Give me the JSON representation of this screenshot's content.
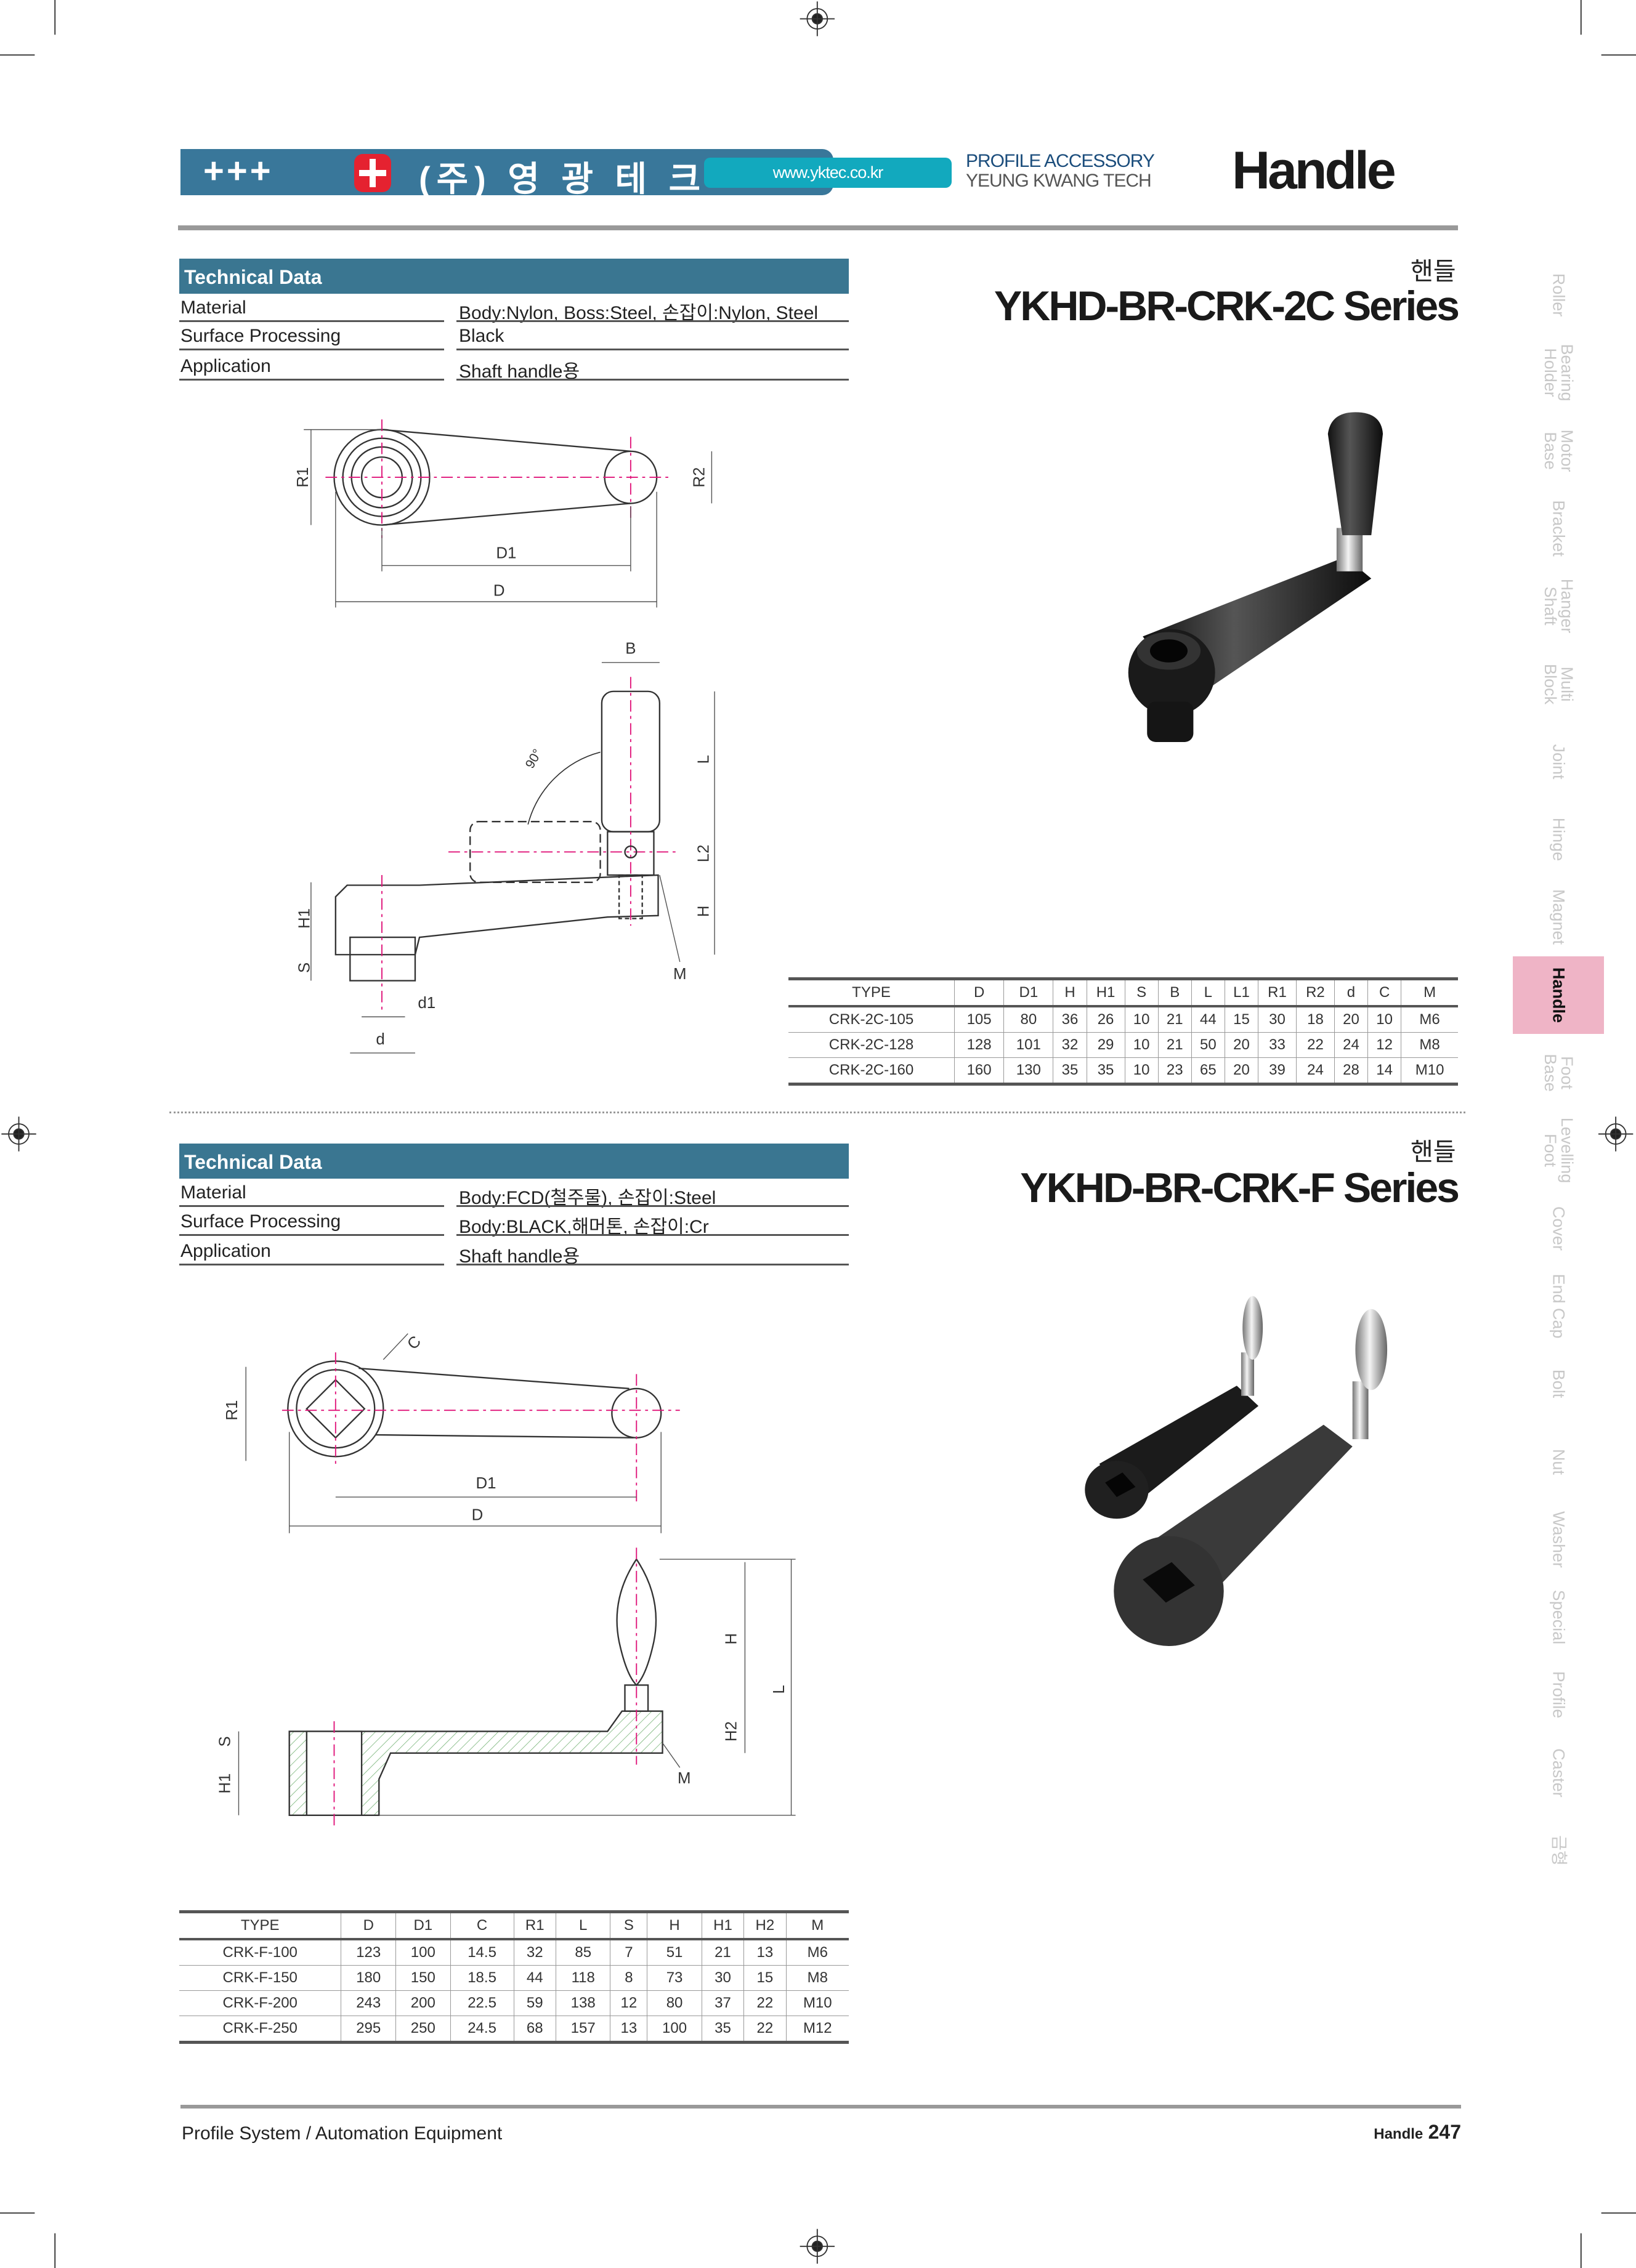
{
  "header": {
    "plus_mark": "+++",
    "company_korean": "(주) 영 광 테 크",
    "website": "www.yktec.co.kr",
    "tagline_1": "PROFILE ACCESSORY",
    "tagline_2": "YEUNG KWANG TECH",
    "category_title": "Handle"
  },
  "colors": {
    "band": "#39779a",
    "pill": "#12a9be",
    "logo": "#e52230",
    "active_tab": "#efb4c6",
    "dimension_line": "#e0157a"
  },
  "sections": [
    {
      "korean_name": "핸들",
      "series_title": "YKHD-BR-CRK-2C Series",
      "technical_header": "Technical Data",
      "technical_rows": [
        {
          "label": "Material",
          "value": "Body:Nylon, Boss:Steel, 손잡이:Nylon, Steel"
        },
        {
          "label": "Surface Processing",
          "value": "Black"
        },
        {
          "label": "Application",
          "value": "Shaft handle용"
        }
      ],
      "drawing_labels": {
        "R1": "R1",
        "R2": "R2",
        "D1": "D1",
        "D": "D",
        "B": "B",
        "angle": "90°",
        "L": "L",
        "L2": "L2",
        "H": "H",
        "H1": "H1",
        "S": "S",
        "M": "M",
        "d1": "d1",
        "d": "d"
      },
      "table": {
        "columns": [
          "TYPE",
          "D",
          "D1",
          "H",
          "H1",
          "S",
          "B",
          "L",
          "L1",
          "R1",
          "R2",
          "d",
          "C",
          "M"
        ],
        "rows": [
          [
            "CRK-2C-105",
            "105",
            "80",
            "36",
            "26",
            "10",
            "21",
            "44",
            "15",
            "30",
            "18",
            "20",
            "10",
            "M6"
          ],
          [
            "CRK-2C-128",
            "128",
            "101",
            "32",
            "29",
            "10",
            "21",
            "50",
            "20",
            "33",
            "22",
            "24",
            "12",
            "M8"
          ],
          [
            "CRK-2C-160",
            "160",
            "130",
            "35",
            "35",
            "10",
            "23",
            "65",
            "20",
            "39",
            "24",
            "28",
            "14",
            "M10"
          ]
        ]
      }
    },
    {
      "korean_name": "핸들",
      "series_title": "YKHD-BR-CRK-F Series",
      "technical_header": "Technical Data",
      "technical_rows": [
        {
          "label": "Material",
          "value": "Body:FCD(철주물), 손잡이:Steel"
        },
        {
          "label": "Surface Processing",
          "value": "Body:BLACK,해머톤, 손잡이:Cr"
        },
        {
          "label": "Application",
          "value": "Shaft handle용"
        }
      ],
      "drawing_labels": {
        "R1": "R1",
        "C": "C",
        "D1": "D1",
        "D": "D",
        "H": "H",
        "L": "L",
        "H2": "H2",
        "S": "S",
        "H1": "H1",
        "M": "M"
      },
      "table": {
        "columns": [
          "TYPE",
          "D",
          "D1",
          "C",
          "R1",
          "L",
          "S",
          "H",
          "H1",
          "H2",
          "M"
        ],
        "rows": [
          [
            "CRK-F-100",
            "123",
            "100",
            "14.5",
            "32",
            "85",
            "7",
            "51",
            "21",
            "13",
            "M6"
          ],
          [
            "CRK-F-150",
            "180",
            "150",
            "18.5",
            "44",
            "118",
            "8",
            "73",
            "30",
            "15",
            "M8"
          ],
          [
            "CRK-F-200",
            "243",
            "200",
            "22.5",
            "59",
            "138",
            "12",
            "80",
            "37",
            "22",
            "M10"
          ],
          [
            "CRK-F-250",
            "295",
            "250",
            "24.5",
            "68",
            "157",
            "13",
            "100",
            "35",
            "22",
            "M12"
          ]
        ]
      }
    }
  ],
  "sidebar": {
    "active": "Handle",
    "items": [
      "Roller",
      "Bearing\nHolder",
      "Motor\nBase",
      "Bracket",
      "Hanger\nShaft",
      "Multi\nBlock",
      "Joint",
      "Hinge",
      "Magnet",
      "Handle",
      "Foot\nBase",
      "Levelling\nFoot",
      "Cover",
      "End Cap",
      "Bolt",
      "Nut",
      "Washer",
      "Special",
      "Profile",
      "Caster",
      "금형"
    ]
  },
  "footer": {
    "left": "Profile System / Automation Equipment",
    "section": "Handle",
    "page_number": "247"
  }
}
